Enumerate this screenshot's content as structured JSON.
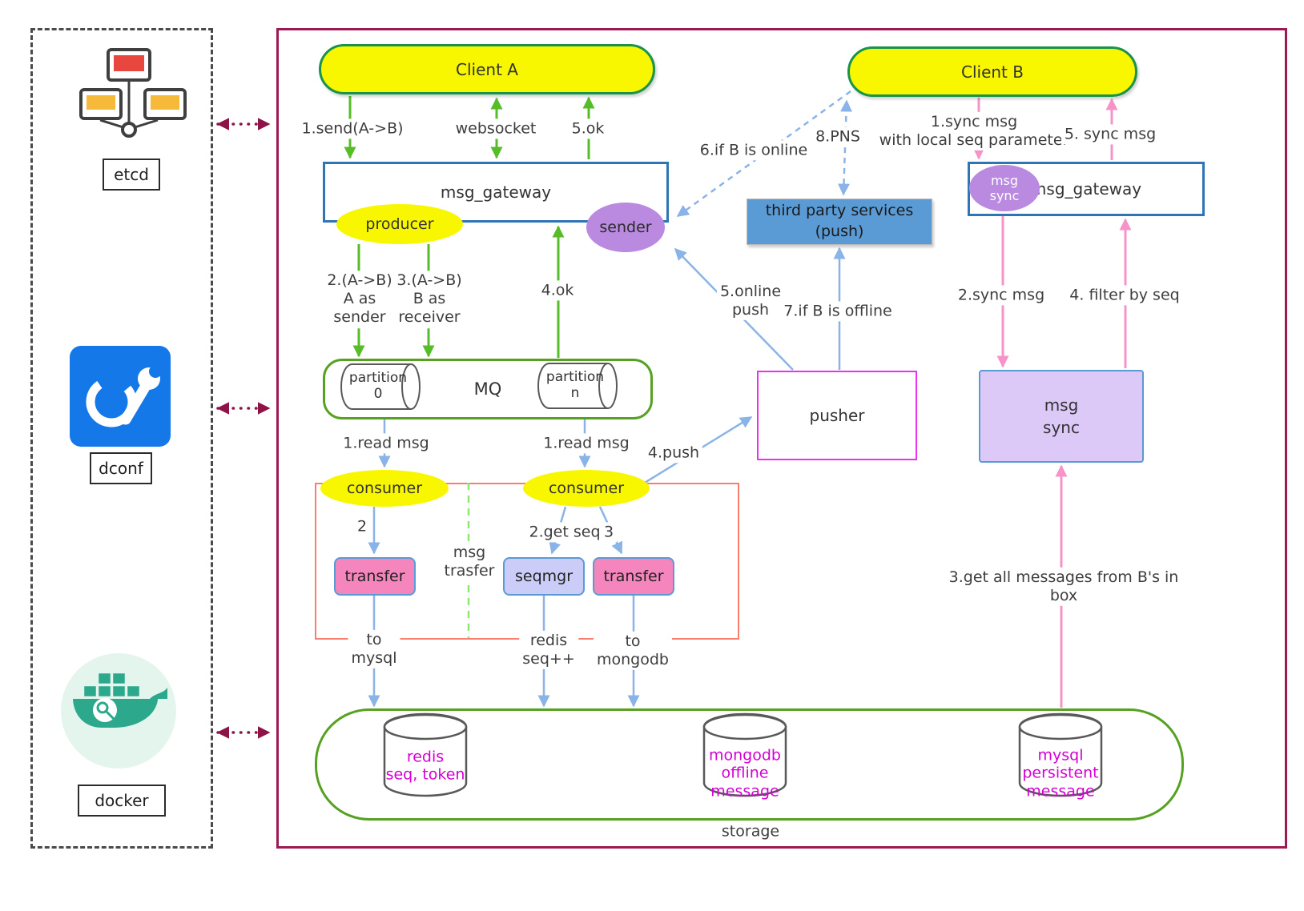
{
  "sidebar": {
    "etcd": "etcd",
    "dconf": "dconf",
    "docker": "docker"
  },
  "nodes": {
    "client_a": "Client A",
    "client_b": "Client B",
    "gateway_left": "msg_gateway",
    "gateway_right": "msg_gateway",
    "producer": "producer",
    "sender": "sender",
    "msg_sync_ellipse": "msg\nsync",
    "mq": "MQ",
    "partition_0": "partition\n0",
    "partition_n": "partition\nn",
    "consumer_left": "consumer",
    "consumer_right": "consumer",
    "transfer_left": "transfer",
    "seqmgr": "seqmgr",
    "transfer_right": "transfer",
    "msg_trasfer": "msg\ntrasfer",
    "pusher": "pusher",
    "third_party": "third party services\n(push)",
    "msg_sync_box": "msg\nsync",
    "storage": "storage",
    "db_redis": "redis\nseq, token",
    "db_mongodb": "mongodb\noffline\nmessage",
    "db_mysql": "mysql\npersistent\nmessage"
  },
  "arrows": {
    "send_ab": "1.send(A->B)",
    "websocket": "websocket",
    "ok_5": "5.ok",
    "a_as_sender": "2.(A->B)\nA as\nsender",
    "b_as_receiver": "3.(A->B)\nB as\nreceiver",
    "ok_4": "4.ok",
    "read_msg_left": "1.read msg",
    "read_msg_right": "1.read msg",
    "step_2": "2",
    "get_seq": "2.get seq",
    "step_3": "3",
    "to_mysql": "to\nmysql",
    "redis_seq": "redis\nseq++",
    "to_mongodb": "to\nmongodb",
    "push_4": "4.push",
    "online_push": "5.online\npush",
    "if_online": "6.if B is online",
    "if_offline": "7.if B is offline",
    "pns": "8.PNS",
    "sync_1": "1.sync msg\nwith local seq parameter",
    "sync_5": "5. sync msg",
    "sync_2": "2.sync msg",
    "filter_seq": "4. filter by seq",
    "get_all": "3.get all messages from B's in box"
  },
  "colors": {
    "green_arrow": "#56bd28",
    "blue_arrow": "#8ab4e8",
    "pink_arrow": "#f693c9",
    "maroon": "#8e1447",
    "yellow_node": "#f8f700",
    "purple_node": "#b98ae0",
    "magenta_db_text": "#d400d4",
    "green_container": "#56a022",
    "blue_border": "#2e75b6",
    "red_container": "#f97e6d",
    "pusher_border": "#ef2fef",
    "third_party_bg": "#5b9bd5"
  }
}
